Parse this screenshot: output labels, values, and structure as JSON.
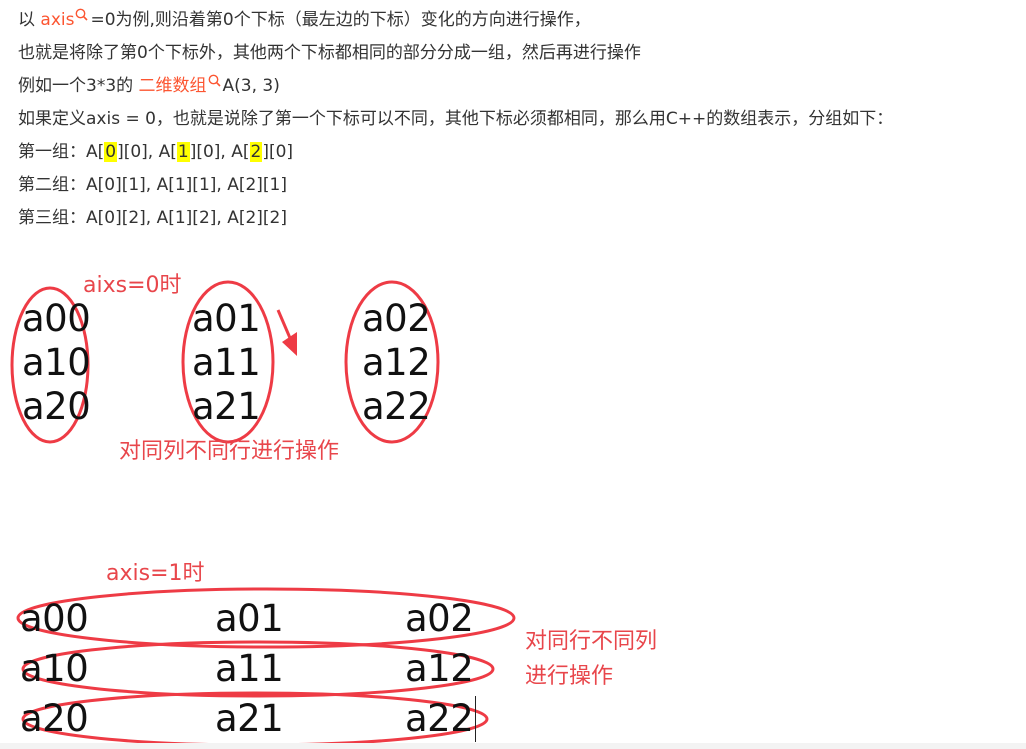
{
  "article": {
    "line1": {
      "pre": "以 ",
      "keyword": "axis",
      "post": "=0为例,则沿着第0个下标（最左边的下标）变化的方向进行操作，"
    },
    "line2": "也就是将除了第0个下标外，其他两个下标都相同的部分分成一组，然后再进行操作",
    "line3": {
      "pre": "例如一个3*3的 ",
      "keyword": "二维数组",
      "post": "A(3, 3)"
    },
    "line4": "如果定义axis = 0，也就是说除了第一个下标可以不同，其他下标必须都相同，那么用C++的数组表示，分组如下：",
    "group1": {
      "label": "第一组：A[",
      "i0": "0",
      "m1": "][0], A[",
      "i1": "1",
      "m2": "][0], A[",
      "i2": "2",
      "post": "][0]"
    },
    "group2": "第二组：A[0][1], A[1][1], A[2][1]",
    "group3": "第三组：A[0][2], A[1][2], A[2][2]"
  },
  "figure_axis0": {
    "label": "aixs=0时",
    "note": "对同列不同行进行操作",
    "cells": {
      "a00": "a00",
      "a01": "a01",
      "a02": "a02",
      "a10": "a10",
      "a11": "a11",
      "a12": "a12",
      "a20": "a20",
      "a21": "a21",
      "a22": "a22"
    }
  },
  "figure_axis1": {
    "label": "axis=1时",
    "note_line1": "对同行不同列",
    "note_line2": "进行操作",
    "cells": {
      "a00": "a00",
      "a01": "a01",
      "a02": "a02",
      "a10": "a10",
      "a11": "a11",
      "a12": "a12",
      "a20": "a20",
      "a21": "a21",
      "a22": "a22"
    }
  },
  "colors": {
    "keyword": "#fc5531",
    "annotation": "#e8464b",
    "highlight": "#ffff00",
    "text": "#333333"
  },
  "icons": {
    "keyword_search": "search-icon"
  }
}
